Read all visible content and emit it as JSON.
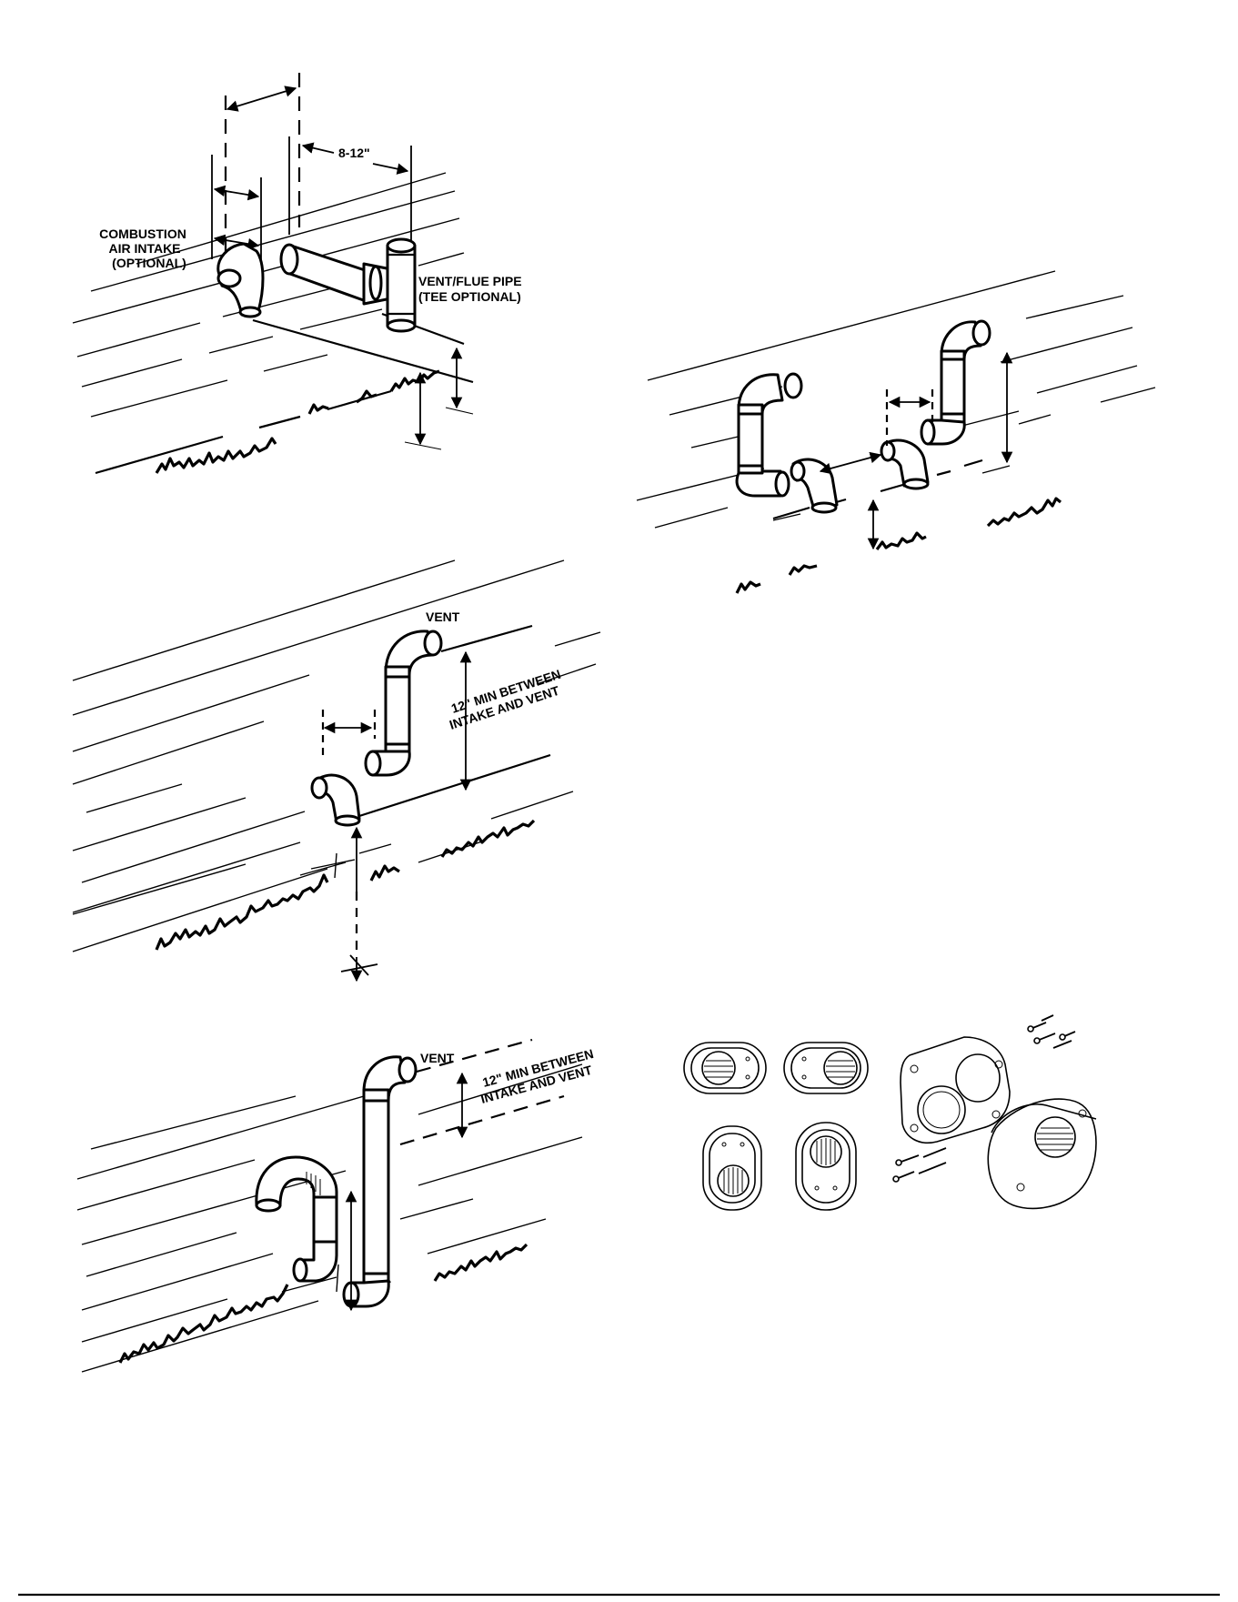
{
  "figure1": {
    "dimension_8_12": "8-12\"",
    "intake_label_line1": "COMBUSTION",
    "intake_label_line2": "AIR INTAKE",
    "intake_label_line3": "(OPTIONAL)",
    "vent_label_line1": "VENT/FLUE PIPE",
    "vent_label_line2": "(TEE OPTIONAL)"
  },
  "figure3": {
    "vent_label": "VENT",
    "clearance_line1": "12\" MIN BETWEEN",
    "clearance_line2": "INTAKE AND VENT"
  },
  "figure4": {
    "vent_label": "VENT",
    "clearance_line1": "12\" MIN BETWEEN",
    "clearance_line2": "INTAKE AND VENT"
  }
}
